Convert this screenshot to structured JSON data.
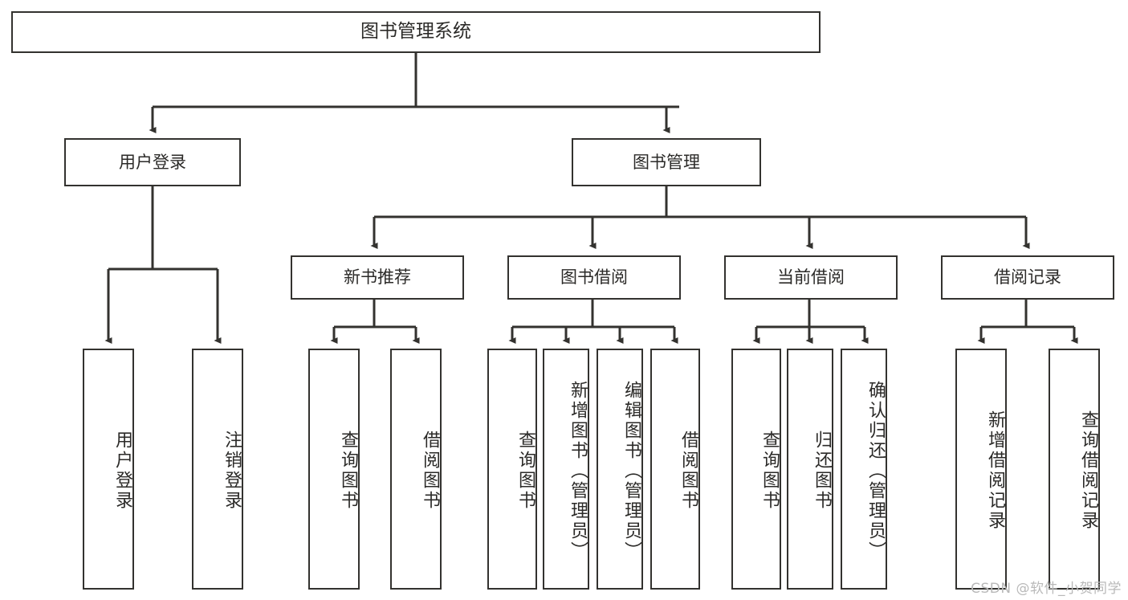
{
  "diagram": {
    "type": "tree-hierarchy",
    "title": "图书管理系统",
    "root": {
      "id": "root",
      "label": "图书管理系统"
    },
    "level1": [
      {
        "id": "user-login",
        "label": "用户登录"
      },
      {
        "id": "book-management",
        "label": "图书管理"
      }
    ],
    "level2": [
      {
        "id": "new-book-recommend",
        "label": "新书推荐",
        "parent": "book-management"
      },
      {
        "id": "book-borrow",
        "label": "图书借阅",
        "parent": "book-management"
      },
      {
        "id": "current-borrow",
        "label": "当前借阅",
        "parent": "book-management"
      },
      {
        "id": "borrow-record",
        "label": "借阅记录",
        "parent": "book-management"
      }
    ],
    "leaves": {
      "user_login": [
        {
          "id": "leaf-user-login",
          "label": "用户登录"
        },
        {
          "id": "leaf-user-logout",
          "label": "注销登录"
        }
      ],
      "new_book_recommend": [
        {
          "id": "leaf-query-book-1",
          "label": "查询图书"
        },
        {
          "id": "leaf-borrow-book-1",
          "label": "借阅图书"
        }
      ],
      "book_borrow": [
        {
          "id": "leaf-query-book-2",
          "label": "查询图书"
        },
        {
          "id": "leaf-add-book",
          "label": "新增图书（管理员）"
        },
        {
          "id": "leaf-edit-book",
          "label": "编辑图书（管理员）"
        },
        {
          "id": "leaf-borrow-book-2",
          "label": "借阅图书"
        }
      ],
      "current_borrow": [
        {
          "id": "leaf-query-book-3",
          "label": "查询图书"
        },
        {
          "id": "leaf-return-book",
          "label": "归还图书"
        },
        {
          "id": "leaf-confirm-return",
          "label": "确认归还（管理员）"
        }
      ],
      "borrow_record": [
        {
          "id": "leaf-add-record",
          "label": "新增借阅记录"
        },
        {
          "id": "leaf-query-record",
          "label": "查询借阅记录"
        }
      ]
    },
    "colors": {
      "stroke": "#33322f",
      "fill": "#ffffff",
      "text": "#2b2a28",
      "watermark": "#b9b9b9"
    }
  },
  "watermark": {
    "text": "CSDN @软件_小贺同学"
  }
}
